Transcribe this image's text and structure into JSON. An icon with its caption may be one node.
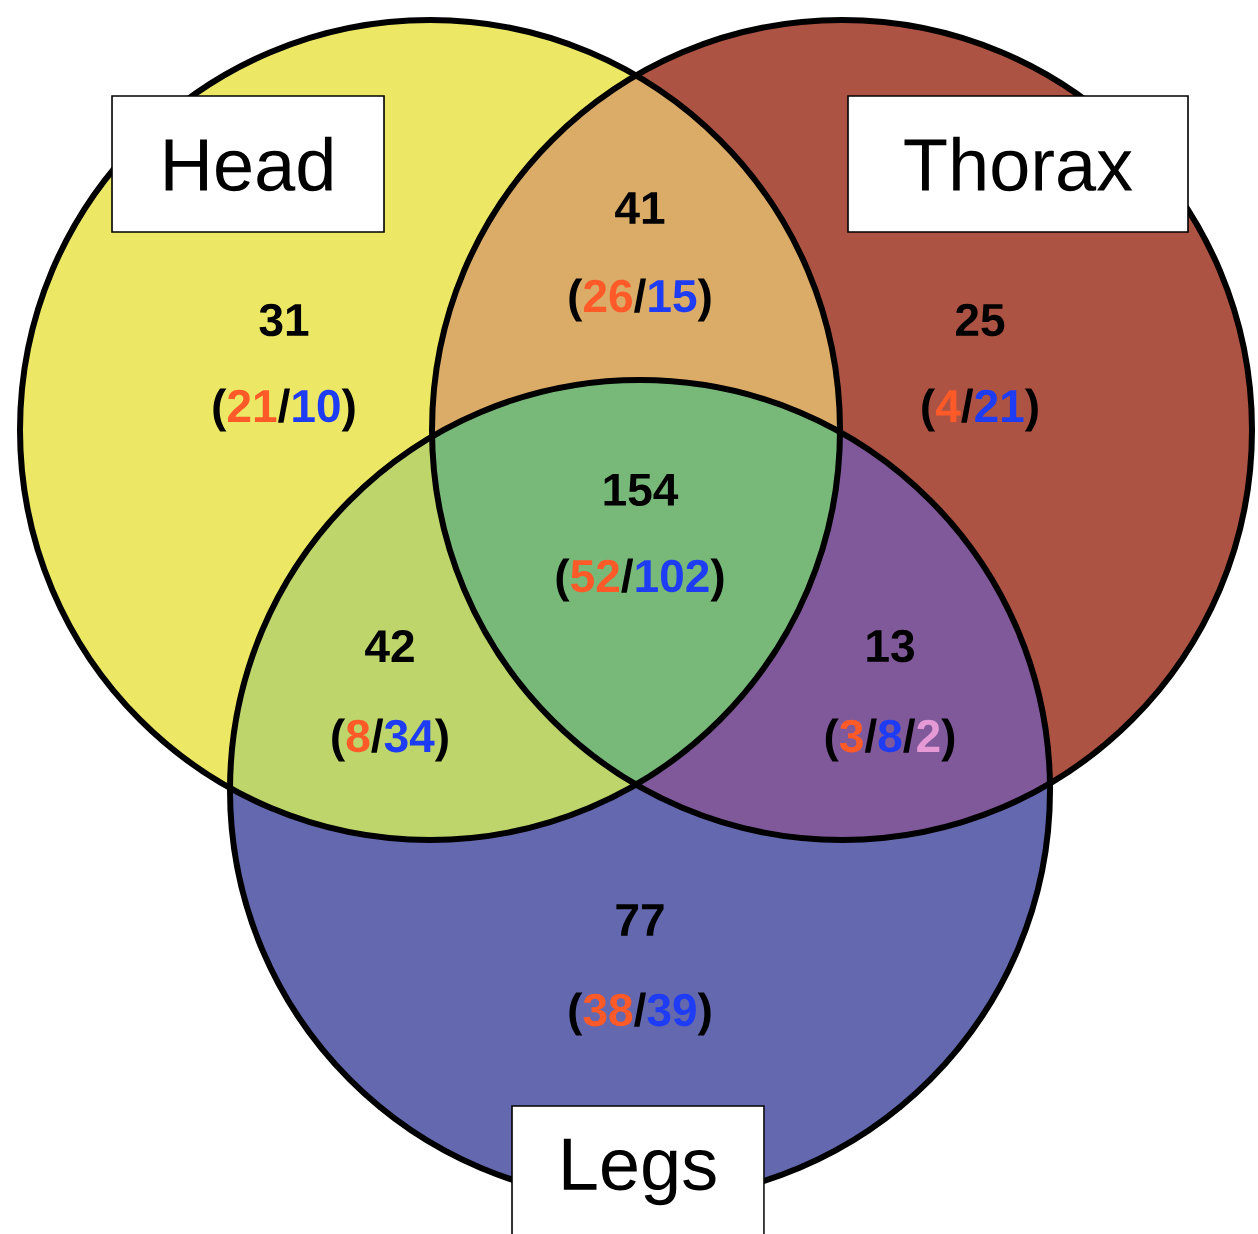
{
  "diagram": {
    "nodes": [
      {
        "text": [
          "Head"
        ]
      },
      {
        "text": [
          "Thorax"
        ]
      },
      {
        "text": [
          "Legs"
        ]
      }
    ],
    "labels": [
      "41",
      "31",
      "(",
      "26",
      "/",
      "15",
      ")",
      "25",
      "(",
      "21",
      "/",
      "10",
      ")",
      "(",
      "4",
      "/",
      "21",
      ")",
      "154",
      "(",
      "52",
      "/",
      "102",
      ")",
      "42",
      "13",
      "(",
      "8",
      "/",
      "34",
      ")",
      "(",
      "3",
      "/",
      "8",
      "/",
      "2",
      ")",
      "77",
      "(",
      "38",
      "/",
      "39",
      ")"
    ]
  }
}
